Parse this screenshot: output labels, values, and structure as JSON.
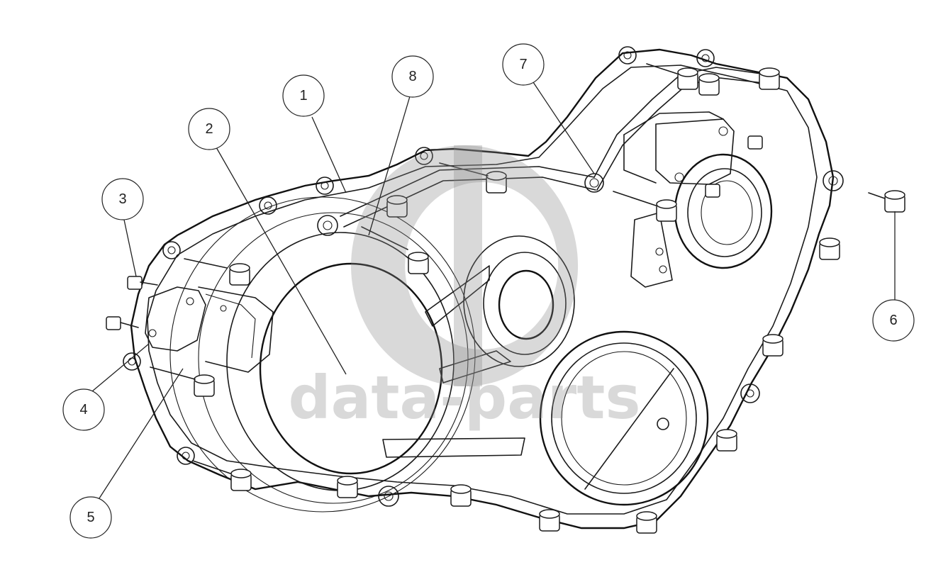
{
  "diagram": {
    "callouts": [
      {
        "id": "1",
        "label": "1"
      },
      {
        "id": "2",
        "label": "2"
      },
      {
        "id": "3",
        "label": "3"
      },
      {
        "id": "4",
        "label": "4"
      },
      {
        "id": "5",
        "label": "5"
      },
      {
        "id": "6",
        "label": "6"
      },
      {
        "id": "7",
        "label": "7"
      },
      {
        "id": "8",
        "label": "8"
      }
    ],
    "watermark": {
      "text": "data-parts",
      "logo": "dp-logo-icon"
    },
    "colors": {
      "line": "#1a1a1a",
      "watermark": "#8a8a8a",
      "background": "#ffffff"
    }
  }
}
